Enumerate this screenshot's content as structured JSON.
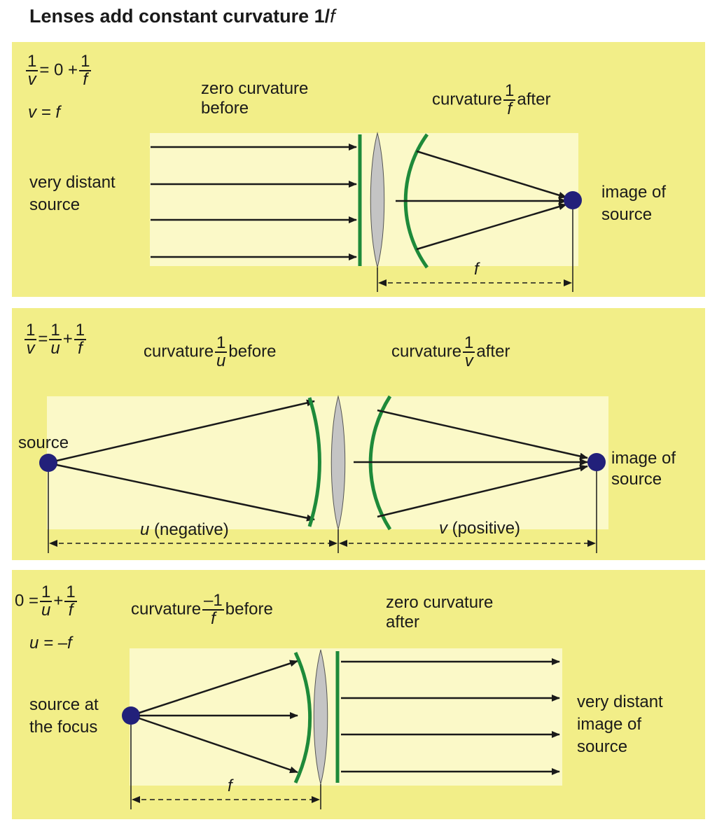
{
  "title": {
    "main": "Lenses add constant curvature 1/",
    "var": "f"
  },
  "colors": {
    "panel": "#f2ee88",
    "glow": "#fbf9c8",
    "wavefront": "#1e8a3a",
    "lens": "#c4c4c4",
    "point": "#22207a",
    "ray": "#1a1a1a"
  },
  "panel1": {
    "eq1": {
      "num": "1",
      "den": "v",
      "mid": "= 0 +",
      "num2": "1",
      "den2": "f"
    },
    "eq2": "v = f",
    "before": [
      "zero curvature",
      "before"
    ],
    "after": {
      "pre": "curvature",
      "num": "1",
      "den": "f",
      "post": "after"
    },
    "source": [
      "very distant",
      "source"
    ],
    "image": [
      "image of",
      "source"
    ],
    "dist": "f"
  },
  "panel2": {
    "eq1": {
      "num": "1",
      "den": "v",
      "mid": "=",
      "num2": "1",
      "den2": "u",
      "plus": "+",
      "num3": "1",
      "den3": "f"
    },
    "before": {
      "pre": "curvature",
      "num": "1",
      "den": "u",
      "post": "before"
    },
    "after": {
      "pre": "curvature",
      "num": "1",
      "den": "v",
      "post": "after"
    },
    "source": "source",
    "image": [
      "image of",
      "source"
    ],
    "dist_u": {
      "var": "u",
      "text": "(negative)"
    },
    "dist_v": {
      "var": "v",
      "text": "(positive)"
    }
  },
  "panel3": {
    "eq1": {
      "lead": "0 =",
      "num": "1",
      "den": "u",
      "plus": "+",
      "num2": "1",
      "den2": "f"
    },
    "eq2": "u = –f",
    "before": {
      "pre": "curvature",
      "num": "–1",
      "den": "f",
      "post": "before"
    },
    "after": [
      "zero curvature",
      "after"
    ],
    "source": [
      "source at",
      "the focus"
    ],
    "image": [
      "very distant",
      "image of",
      "source"
    ],
    "dist": "f"
  }
}
